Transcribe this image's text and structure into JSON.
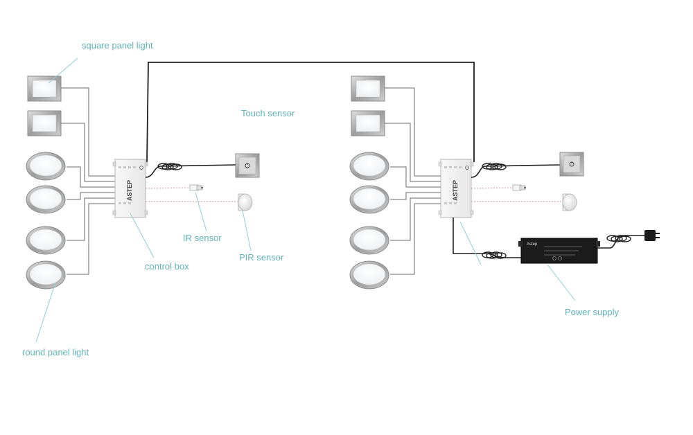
{
  "labels": {
    "square_panel_light": "square panel light",
    "touch_sensor": "Touch sensor",
    "ir_sensor": "IR sensor",
    "pir_sensor": "PIR sensor",
    "control_box": "control box",
    "round_panel_light": "round panel light",
    "power_supply": "Power supply"
  },
  "brand": "ASTEP",
  "power_supply_brand": "Astep",
  "colors": {
    "label": "#5fb3b8",
    "wire": "#6a6a6a",
    "cable": "#1e1e1e",
    "leader": "#8fcfd3"
  }
}
